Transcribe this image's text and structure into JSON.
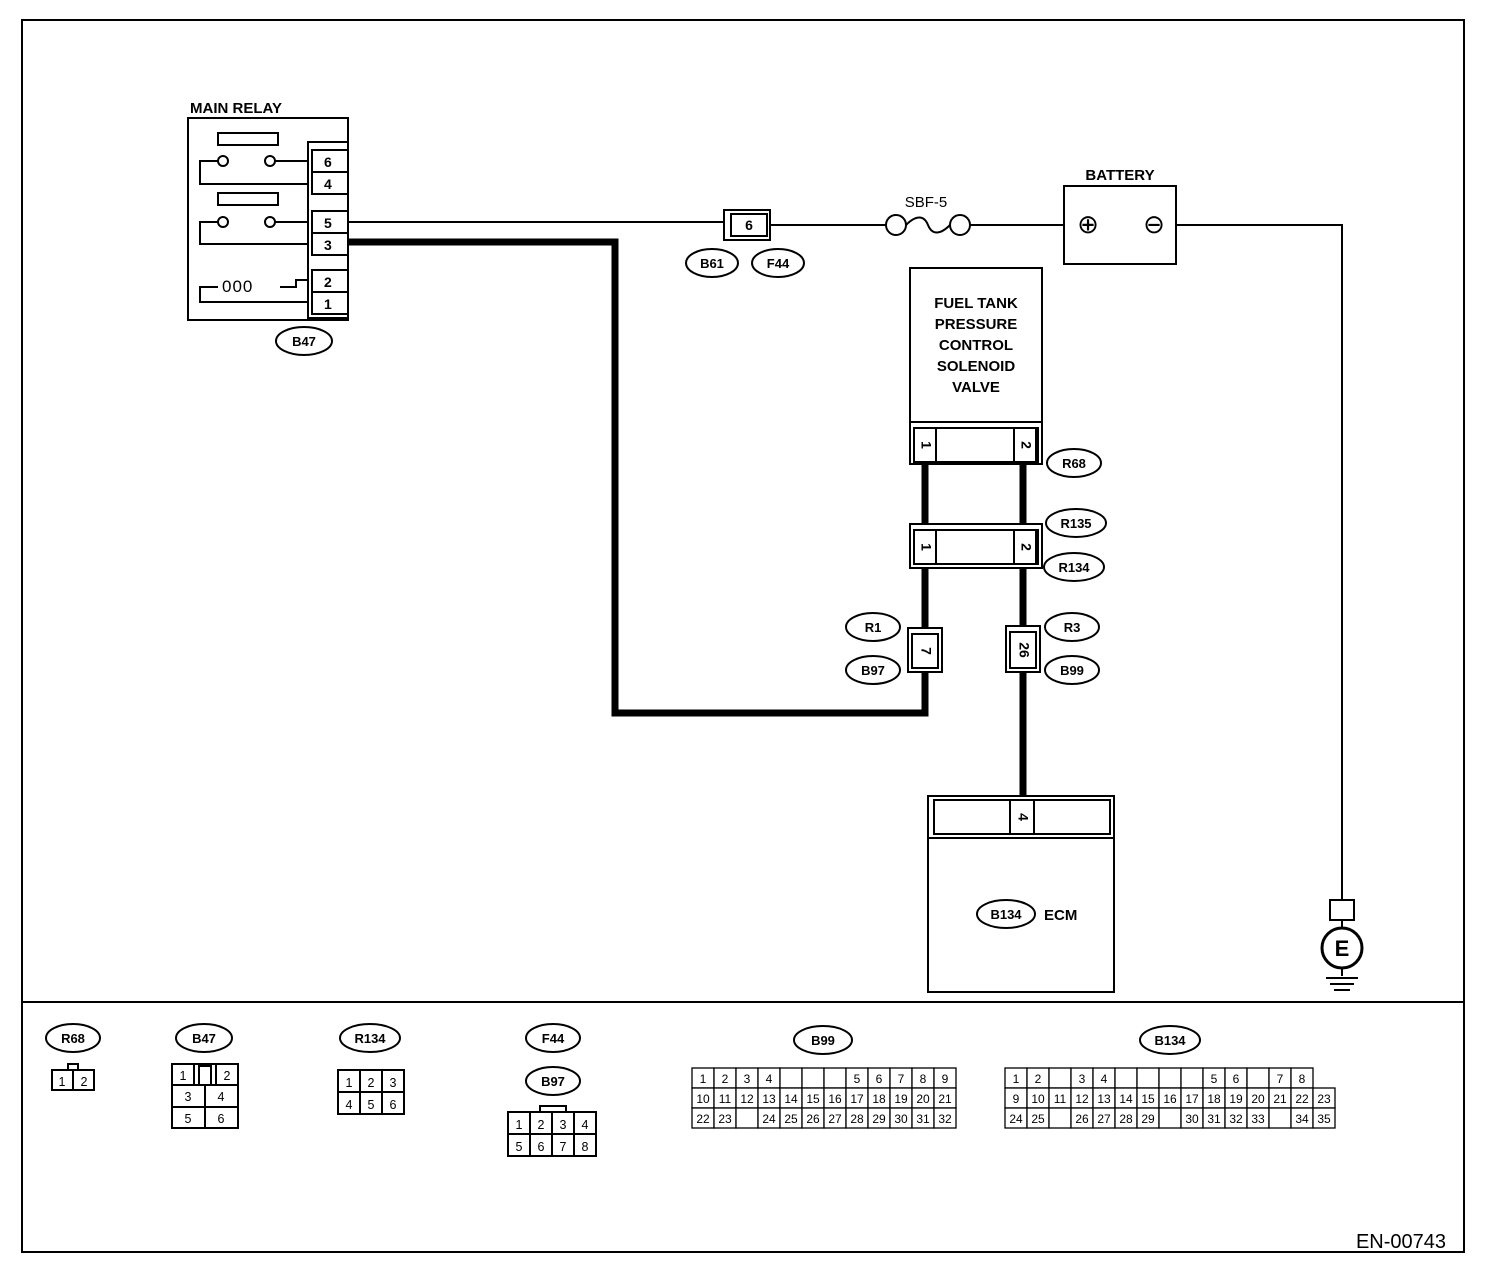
{
  "components": {
    "main_relay": "MAIN RELAY",
    "battery": "BATTERY",
    "fuse": "SBF-5",
    "solenoid": [
      "FUEL TANK",
      "PRESSURE",
      "CONTROL",
      "SOLENOID",
      "VALVE"
    ],
    "ecm": "ECM",
    "ground": "E"
  },
  "relay_pins": [
    "6",
    "4",
    "5",
    "3",
    "2",
    "1"
  ],
  "relay_coil": "000",
  "battery_terminals": {
    "positive": "⊕",
    "negative": "⊖"
  },
  "inline_pins": {
    "b61_f44": "6",
    "r68_left": "1",
    "r68_right": "2",
    "r135_left": "1",
    "r135_right": "2",
    "r1_b97": "7",
    "r3_b99": "26",
    "ecm": "4"
  },
  "connector_tags": {
    "b47": "B47",
    "b61": "B61",
    "f44": "F44",
    "r68": "R68",
    "r135": "R135",
    "r134": "R134",
    "r1": "R1",
    "b97": "B97",
    "r3": "R3",
    "b99": "B99",
    "b134": "B134"
  },
  "legend": {
    "r68": {
      "tag": "R68",
      "rows": [
        [
          "1",
          "2"
        ]
      ]
    },
    "b47": {
      "tag": "B47",
      "rows": [
        [
          "1",
          "",
          "2"
        ],
        [
          "3",
          "4"
        ],
        [
          "5",
          "6"
        ]
      ]
    },
    "r134": {
      "tag": "R134",
      "rows": [
        [
          "1",
          "2",
          "3"
        ],
        [
          "4",
          "5",
          "6"
        ]
      ]
    },
    "f44_b97": {
      "tags": [
        "F44",
        "B97"
      ],
      "rows": [
        [
          "1",
          "2",
          "3",
          "4"
        ],
        [
          "5",
          "6",
          "7",
          "8"
        ]
      ]
    },
    "b99": {
      "tag": "B99",
      "rows": [
        [
          "1",
          "2",
          "3",
          "4",
          "",
          "",
          "",
          "5",
          "6",
          "7",
          "8",
          "9"
        ],
        [
          "10",
          "11",
          "12",
          "13",
          "14",
          "15",
          "16",
          "17",
          "18",
          "19",
          "20",
          "21"
        ],
        [
          "22",
          "23",
          "",
          "24",
          "25",
          "26",
          "27",
          "28",
          "29",
          "30",
          "31",
          "32"
        ]
      ]
    },
    "b134": {
      "tag": "B134",
      "rows": [
        [
          "1",
          "2",
          "",
          "3",
          "4",
          "",
          "",
          "",
          "",
          "5",
          "6",
          "",
          "7",
          "8"
        ],
        [
          "9",
          "10",
          "11",
          "12",
          "13",
          "14",
          "15",
          "16",
          "17",
          "18",
          "19",
          "20",
          "21",
          "22",
          "23"
        ],
        [
          "24",
          "25",
          "",
          "26",
          "27",
          "28",
          "29",
          "",
          "30",
          "31",
          "32",
          "33",
          "",
          "34",
          "35"
        ]
      ]
    }
  },
  "figure_id": "EN-00743"
}
